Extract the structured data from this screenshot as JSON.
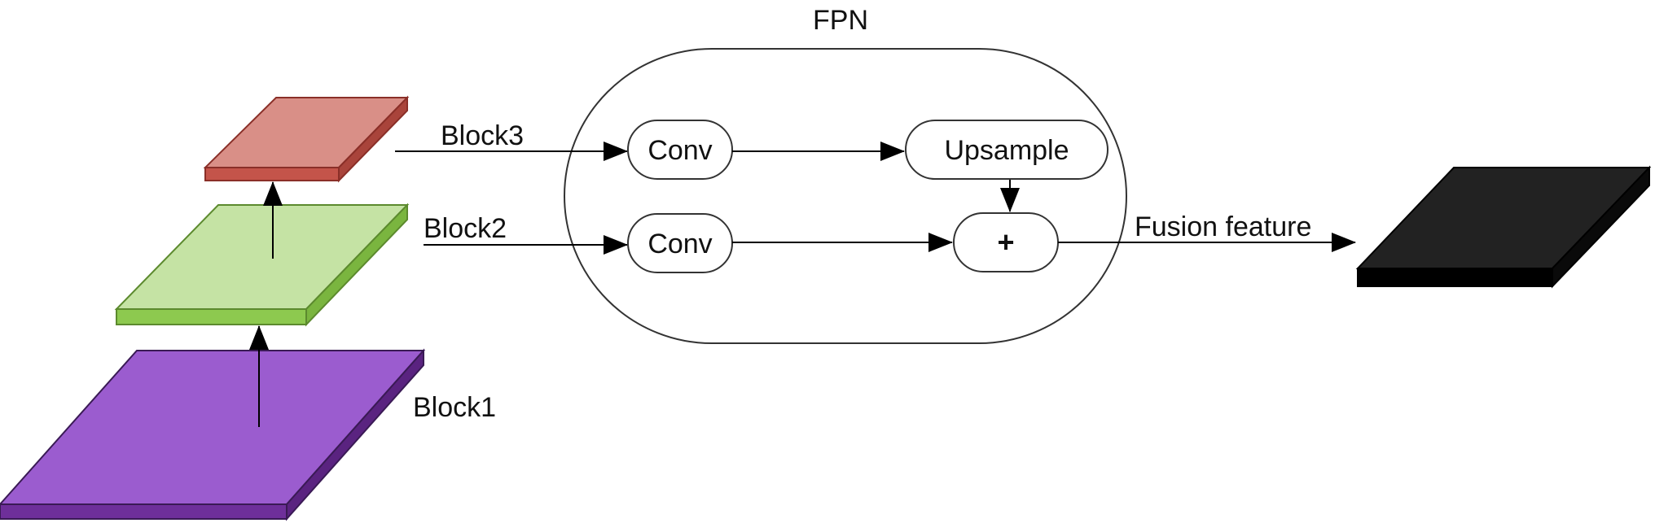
{
  "diagram": {
    "fpn_label": "FPN",
    "blocks": {
      "block1": {
        "label": "Block1",
        "color_top": "#9b5ccf",
        "color_front": "#6e2f9a",
        "color_side": "#5a2380"
      },
      "block2": {
        "label": "Block2",
        "color_top": "#c5e3a4",
        "color_front": "#8dc94f",
        "color_side": "#7ab53f"
      },
      "block3": {
        "label": "Block3",
        "color_top": "#d98f87",
        "color_front": "#c4544a",
        "color_side": "#a9443b"
      }
    },
    "nodes": {
      "conv_top": "Conv",
      "conv_bottom": "Conv",
      "upsample": "Upsample",
      "add": "+"
    },
    "output": {
      "label": "Fusion feature",
      "color_top": "#222222",
      "color_front": "#000000"
    }
  }
}
